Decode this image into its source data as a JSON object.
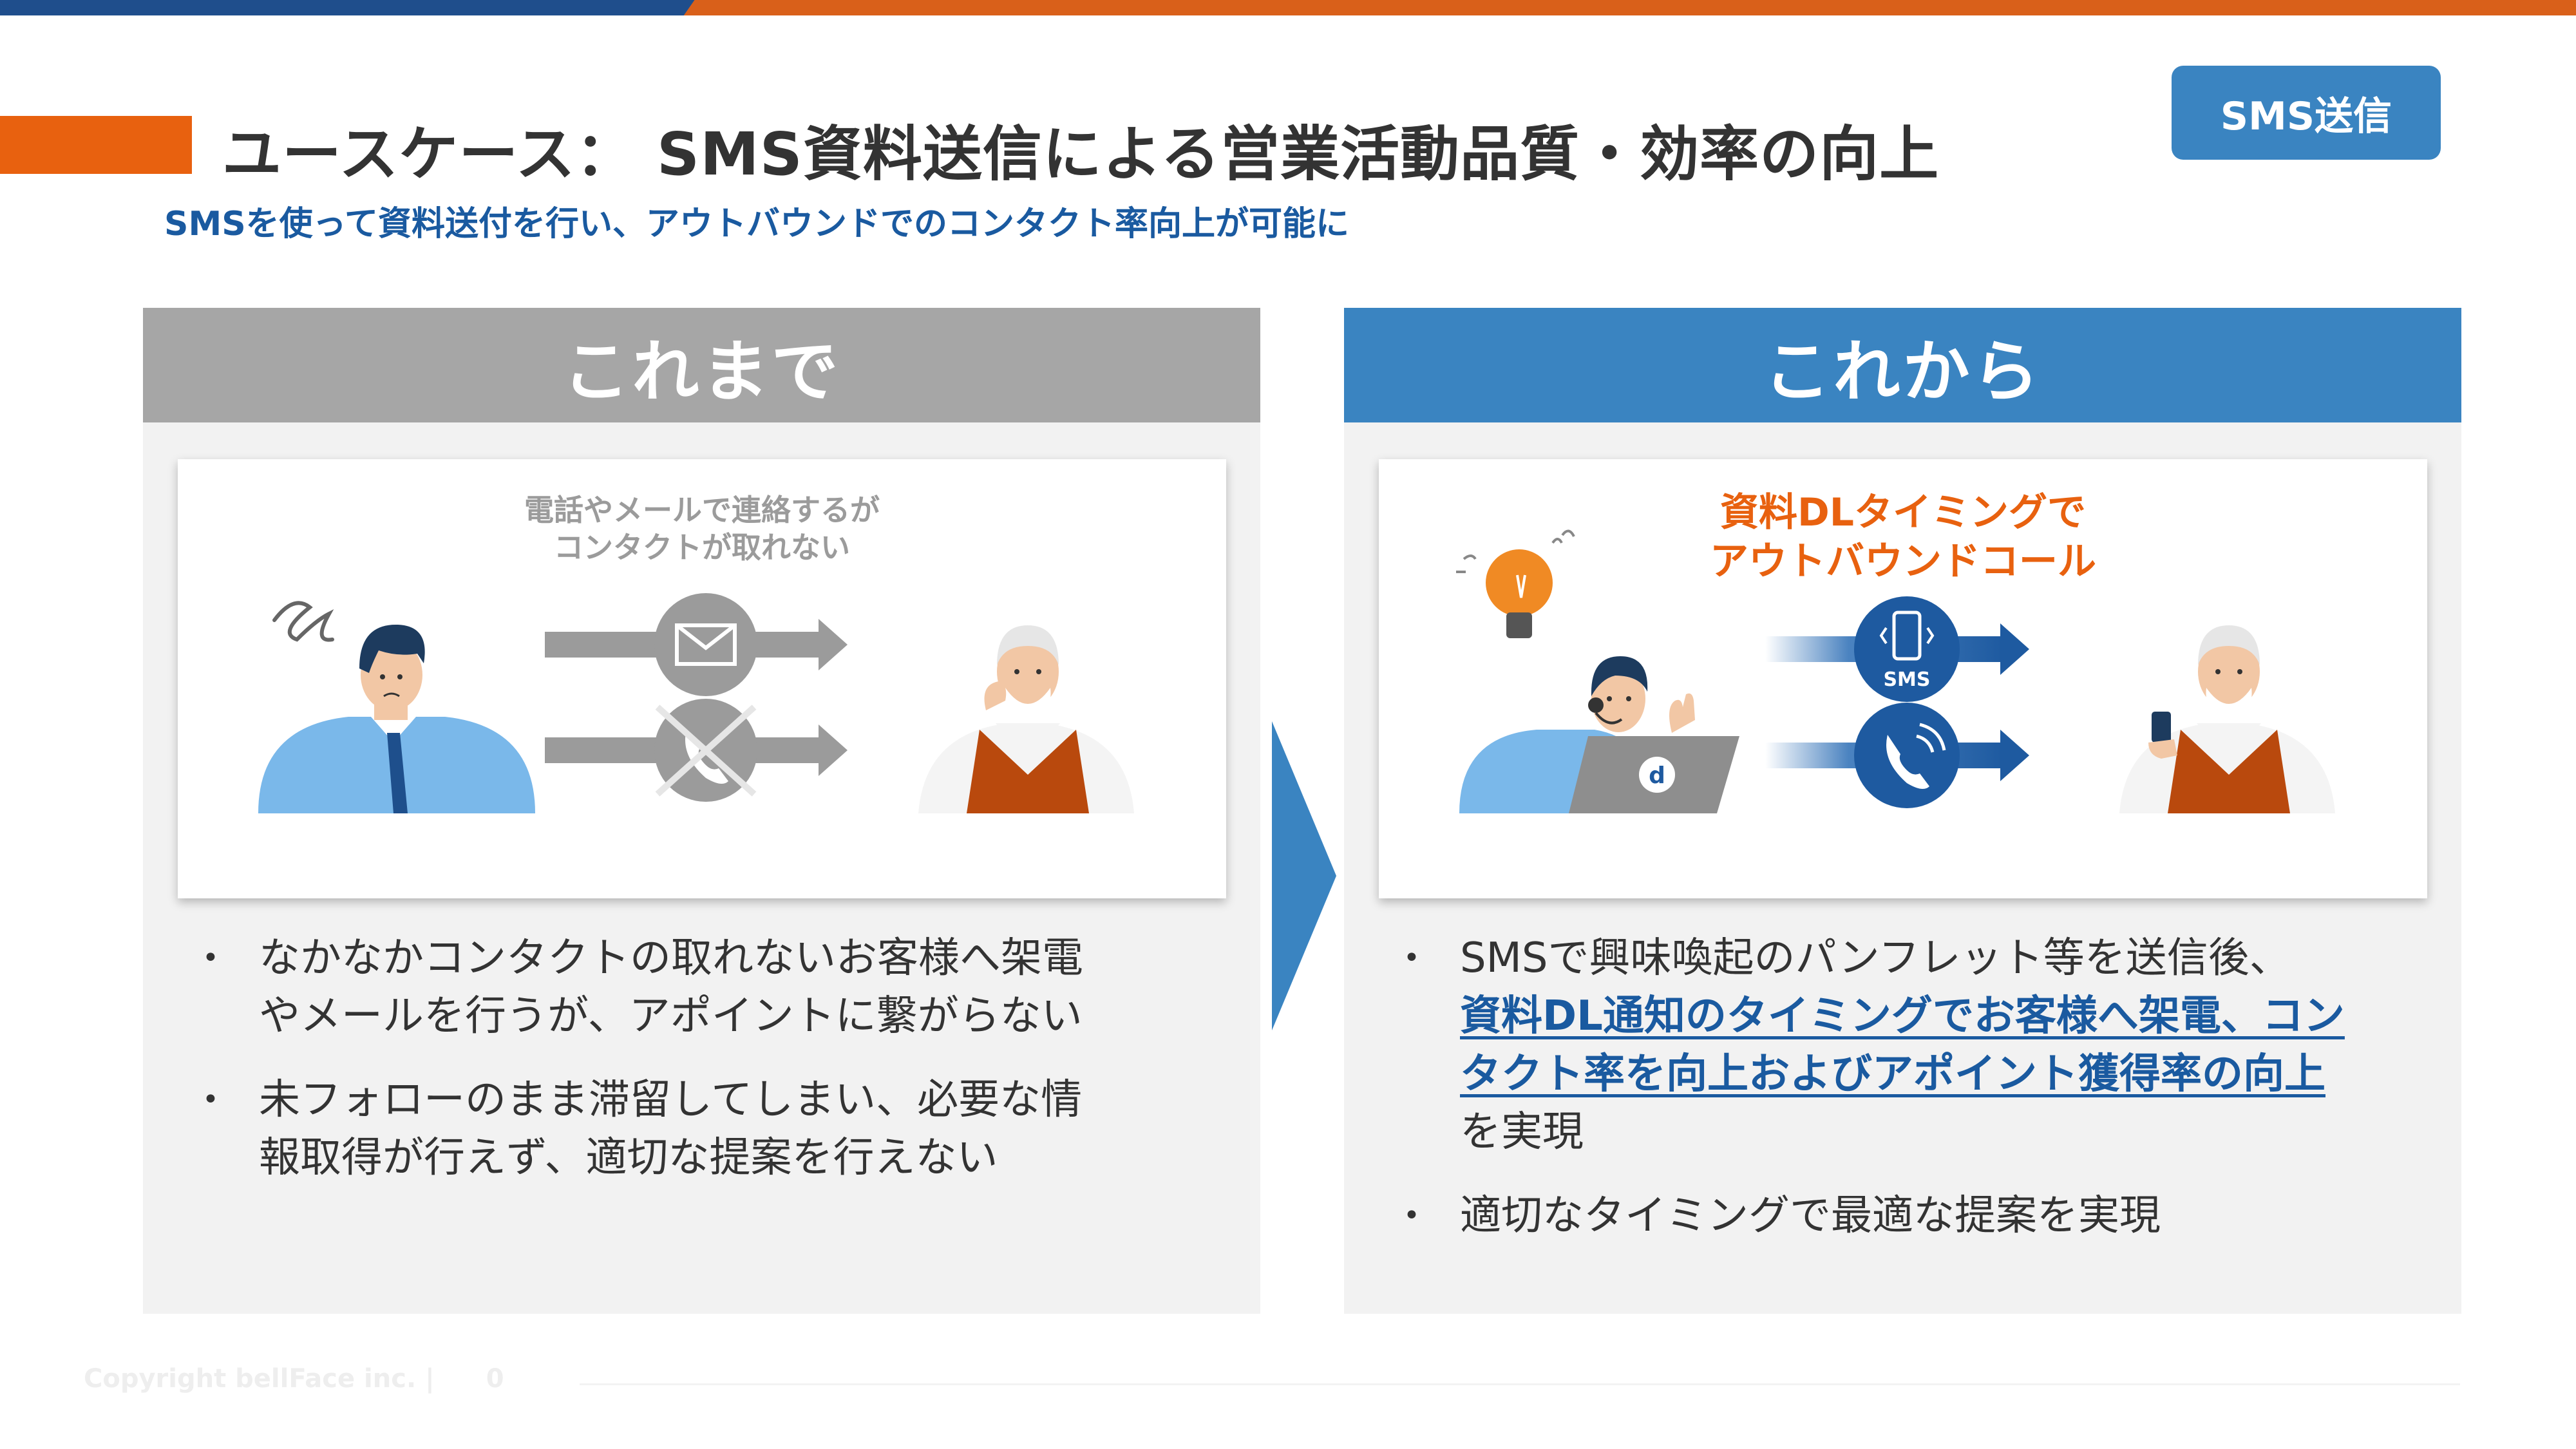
{
  "header": {
    "title": "ユースケース： SMS資料送信による営業活動品質・効率の向上",
    "subtitle": "SMSを使って資料送付を行い、アウトバウンドでのコンタクト率向上が可能に",
    "tag": "SMS送信"
  },
  "before": {
    "heading": "これまで",
    "caption_line1": "電話やメールで連絡するが",
    "caption_line2": "コンタクトが取れない",
    "bullets": [
      {
        "line1": "なかなかコンタクトの取れないお客様へ架電",
        "line2": "やメールを行うが、アポイントに繋がらない"
      },
      {
        "line1": "未フォローのまま滞留してしまい、必要な情",
        "line2": "報取得が行えず、適切な提案を行えない"
      }
    ]
  },
  "after": {
    "heading": "これから",
    "caption_line1": "資料DLタイミングで",
    "caption_line2": "アウトバウンドコール",
    "sms_badge": "SMS",
    "laptop_logo": "d",
    "bullet1_pre": "SMSで興味喚起のパンフレット等を送信後、",
    "bullet1_hl1": "資料DL通知のタイミングでお客様へ架電、コン",
    "bullet1_hl2": "タクト率を向上およびアポイント獲得率の向上",
    "bullet1_post": "を実現",
    "bullet2": "適切なタイミングで最適な提案を実現"
  },
  "footer": {
    "copyright": "Copyright bellFace inc. |",
    "page": "0"
  },
  "colors": {
    "brand_blue": "#3a84c1",
    "dark_blue": "#1a5aa0",
    "accent_orange": "#e8610f",
    "gray_header": "#a6a6a6",
    "panel_bg": "#f2f2f2"
  },
  "icons": [
    "envelope-icon",
    "phone-icon",
    "smartphone-icon",
    "lightbulb-icon",
    "scribble-icon",
    "chevron-right-icon"
  ]
}
